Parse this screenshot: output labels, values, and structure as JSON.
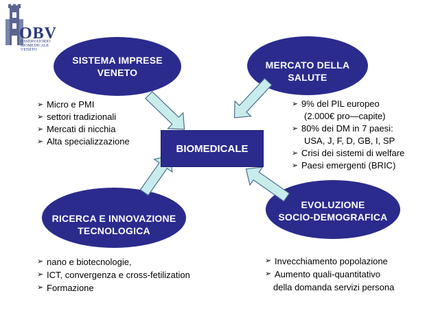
{
  "logo": {
    "abbr": "OBV",
    "lines": [
      "OSSERVATORIO",
      "BIOMEDICALE",
      "VENETO"
    ]
  },
  "center": {
    "label": "BIOMEDICALE"
  },
  "nodes": {
    "top_left": {
      "line1": "SISTEMA IMPRESE",
      "line2": "VENETO"
    },
    "top_right": {
      "line1": "MERCATO DELLA",
      "line2": "SALUTE"
    },
    "bottom_left": {
      "line1": "RICERCA E INNOVAZIONE",
      "line2": "TECNOLOGICA"
    },
    "bottom_right": {
      "line1": "EVOLUZIONE",
      "line2": "SOCIO-DEMOGRAFICA"
    }
  },
  "lists": {
    "top_left": [
      "Micro e PMI",
      "settori tradizionali",
      "Mercati di nicchia",
      "Alta specializzazione"
    ],
    "top_right": [
      "9% del PIL europeo",
      "(2.000€  pro—capite)",
      "80% dei DM in 7 paesi:",
      "USA, J, F, D, GB, I, SP",
      "Crisi dei sistemi di welfare",
      " Paesi emergenti (BRIC)"
    ],
    "bottom_left": [
      "nano e biotecnologie,",
      "ICT, convergenza e cross-fetilization",
      "Formazione"
    ],
    "bottom_right": [
      "Invecchiamento popolazione",
      "Aumento quali-quantitativo",
      "della domanda servizi persona"
    ]
  },
  "colors": {
    "ellipse": "#2b2b8e",
    "arrow_fill": "#c8ecec",
    "arrow_stroke": "#4a6d8c"
  }
}
